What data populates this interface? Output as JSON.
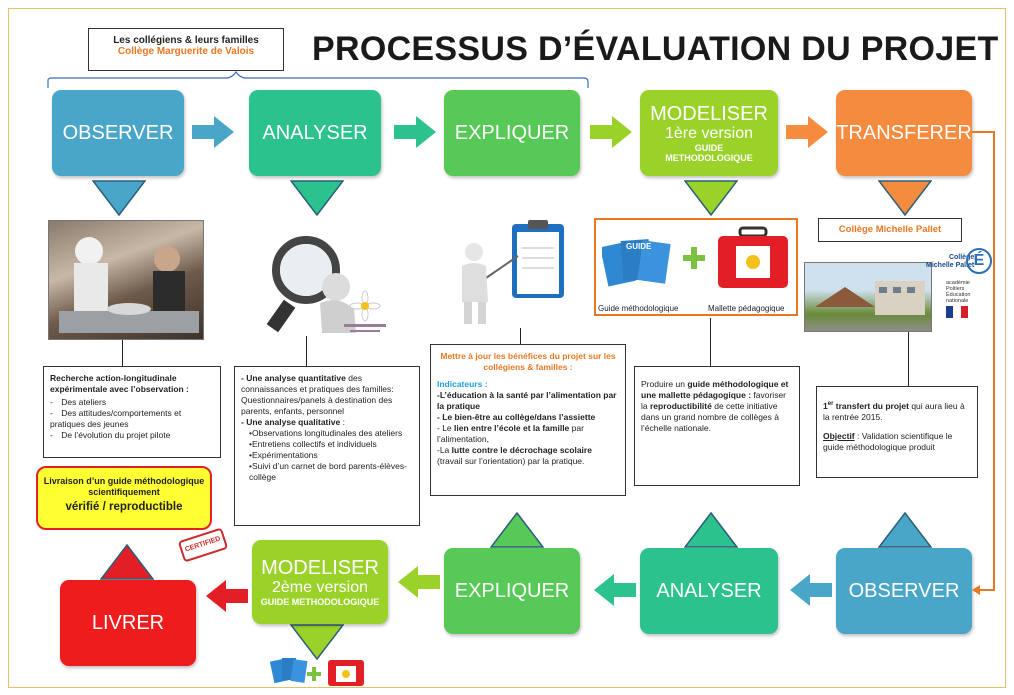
{
  "header": {
    "subtitle_line1": "Les collégiens & leurs familles",
    "subtitle_line2": "Collège Marguerite de Valois",
    "title": "PROCESSUS D’ÉVALUATION DU PROJET"
  },
  "top_row": {
    "observer": "OBSERVER",
    "analyser": "ANALYSER",
    "expliquer": "EXPLIQUER",
    "modeliser_title": "MODELISER",
    "modeliser_version": "1ère version",
    "modeliser_guide": "GUIDE METHODOLOGIQUE",
    "transferer": "TRANSFERER"
  },
  "bottom_row": {
    "observer": "OBSERVER",
    "analyser": "ANALYSER",
    "expliquer": "EXPLIQUER",
    "modeliser_title": "MODELISER",
    "modeliser_version": "2ème version",
    "modeliser_guide": "GUIDE METHODOLOGIQUE",
    "livrer": "LIVRER"
  },
  "observer_box": {
    "lead": "Recherche action-longitudinale expérimentale avec l’observation :",
    "items": [
      "Des ateliers",
      "Des attitudes/comportements et pratiques des jeunes",
      "De l’évolution du projet pilote"
    ]
  },
  "analyser_box": {
    "quant_bold": "- Une analyse quantitative",
    "quant_rest": " des connaissances et pratiques des familles: Questionnaires/panels à destination des parents, enfants, personnel",
    "qual_bold": "- Une analyse qualitative",
    "qual_rest": " :",
    "items": [
      "•Observations longitudinales des ateliers",
      "•Entretiens collectifs et individuels",
      "•Expérimentations",
      "•Suivi d’un carnet de bord parents-élèves-collège"
    ]
  },
  "expliquer_box": {
    "title": "Mettre à jour les bénéfices du projet sur les collégiens & familles :",
    "indicators": "Indicateurs :",
    "line1": "-L’éducation à la santé par l’alimentation par la pratique",
    "line2": "- Le bien-être au collège/dans l’assiette",
    "line3_a": "- Le ",
    "line3_b": "lien entre l’école et la famille",
    "line3_c": " par l’alimentation,",
    "line4_a": "-La ",
    "line4_b": "lutte contre le décrochage scolaire",
    "line4_c": " (travail sur l’orientation) par la pratique."
  },
  "modeliser_box": {
    "t1": "Produire un ",
    "t2": "guide méthodologique et une mallette pédagogique :",
    "t3": " favoriser la ",
    "t4": "reproductibilité",
    "t5": " de cette initiative dans un grand nombre de collèges à l’échelle nationale."
  },
  "modeliser_image": {
    "caption_left": "Guide méthodologique",
    "caption_right": "Mallette pédagogique",
    "guide_word": "GUIDE"
  },
  "transfer_box": {
    "sup": "er",
    "lead_a": "1",
    "lead_b": " transfert du projet",
    "lead_c": " qui aura lieu à la rentrée 2015.",
    "obj_label": "Objectif",
    "obj_text": " : Validation scientifique le guide méthodologique produit"
  },
  "college_pallet": {
    "label": "Collège Michelle Pallet",
    "logo_line1": "Collège",
    "logo_line2": "Michelle Pallet",
    "logo_letter": "É",
    "academy_line1": "académie",
    "academy_line2": "Poitiers",
    "academy_line3": "Éducation",
    "academy_line4": "nationale"
  },
  "livrer_box": {
    "line1": "Livraison d’un guide méthodologique scientifiquement",
    "line2": "vérifié / reproductible",
    "stamp": "CERTIFIED"
  },
  "colors": {
    "observer": "#4aa6c8",
    "analyser": "#2bc28e",
    "expliquer": "#57c957",
    "modeliser": "#9bd22a",
    "transferer": "#f58b3e",
    "livrer": "#ee1c1c",
    "highlight": "#e87722",
    "connector": "#e87722"
  }
}
